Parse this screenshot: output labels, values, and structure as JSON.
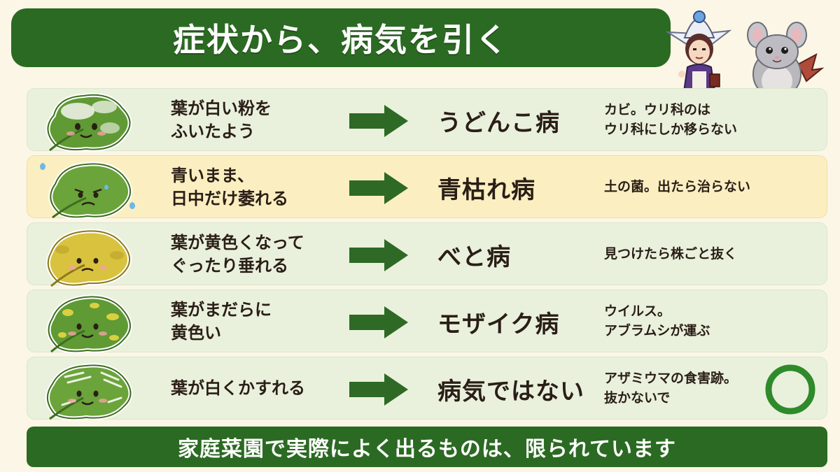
{
  "title": "症状から、病気を引く",
  "rows": [
    {
      "symptom": [
        "葉が白い粉を",
        "ふいたよう"
      ],
      "disease": "うどんこ病",
      "note": [
        "カビ。ウリ科のは",
        "ウリ科にしか移らない"
      ],
      "leaf_icon": "powdery-leaf-icon"
    },
    {
      "symptom": [
        "青いまま、",
        "日中だけ萎れる"
      ],
      "disease": "青枯れ病",
      "note": [
        "土の菌。出たら治らない"
      ],
      "leaf_icon": "wilting-sweat-leaf-icon"
    },
    {
      "symptom": [
        "葉が黄色くなって",
        "ぐったり垂れる"
      ],
      "disease": "べと病",
      "note": [
        "見つけたら株ごと抜く"
      ],
      "leaf_icon": "yellow-drooping-leaf-icon"
    },
    {
      "symptom": [
        "葉がまだらに",
        "黄色い"
      ],
      "disease": "モザイク病",
      "note": [
        "ウイルス。",
        "アブラムシが運ぶ"
      ],
      "leaf_icon": "mottled-leaf-icon"
    },
    {
      "symptom": [
        "葉が白くかすれる"
      ],
      "disease": "病気ではない",
      "note": [
        "アザミウマの食害跡。",
        "抜かないで"
      ],
      "leaf_icon": "scratched-leaf-icon",
      "badge_icon": "ok-circle-icon"
    }
  ],
  "footer": "家庭菜園で実際によく出るものは、限られています",
  "colors": {
    "banner_green": "#2b6a22",
    "row_green": "#e9f1dc",
    "row_highlight": "#fbefc2",
    "arrow_green": "#2e6a25",
    "ok_circle": "#2e8a2a",
    "text_dark": "#2a1e16",
    "page_bg": "#fbf6e6"
  },
  "mascot_icons": [
    "wizard-girl-icon",
    "chinchilla-dragon-icon"
  ]
}
